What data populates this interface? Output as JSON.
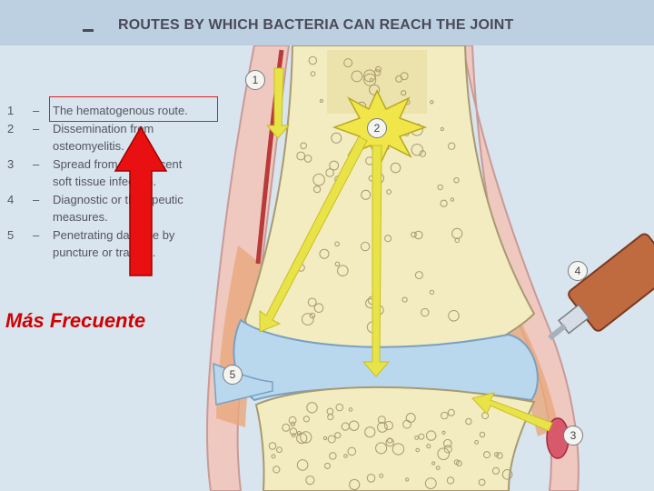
{
  "diagram": {
    "title": "ROUTES BY WHICH BACTERIA CAN REACH THE JOINT",
    "legend": [
      {
        "num": "1",
        "lines": [
          "The hematogenous route."
        ]
      },
      {
        "num": "2",
        "lines": [
          "Dissemination from",
          "osteomyelitis."
        ]
      },
      {
        "num": "3",
        "lines": [
          "Spread from an adjacent",
          "soft tissue infection."
        ]
      },
      {
        "num": "4",
        "lines": [
          "Diagnostic or therapeutic",
          "measures."
        ]
      },
      {
        "num": "5",
        "lines": [
          "Penetrating damage by",
          "puncture or trauma."
        ]
      }
    ],
    "callouts": [
      "1",
      "2",
      "3",
      "4",
      "5"
    ],
    "caption": "Más Frecuente"
  },
  "colors": {
    "bone": "#f2ecc0",
    "cartilage": "#b9d8ee",
    "soft_tissue": "#efc8c0",
    "yellow_arrow": "#e9e34a",
    "highlight": "#e02020"
  }
}
